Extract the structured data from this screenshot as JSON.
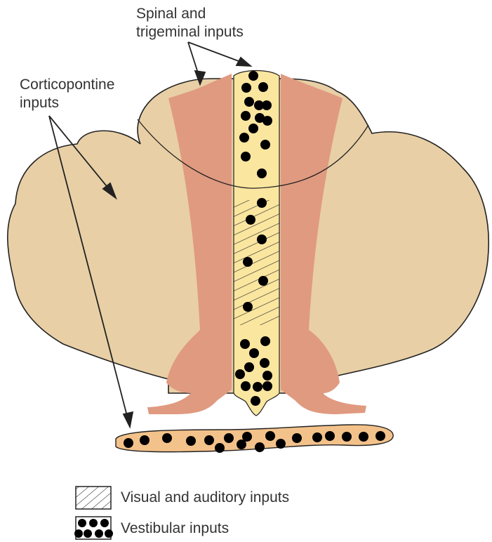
{
  "labels": {
    "spinal_trigeminal": [
      "Spinal and",
      "trigeminal inputs"
    ],
    "corticopontine": [
      "Corticopontine",
      "inputs"
    ]
  },
  "legend": {
    "visual_auditory": "Visual and auditory inputs",
    "vestibular": "Vestibular inputs"
  },
  "colors": {
    "cortex_fill": "#e8cfa6",
    "pink_region": "#e09a80",
    "midline_yellow": "#fbe6a0",
    "bottom_strip": "#f3c28a",
    "dot": "#000000"
  }
}
